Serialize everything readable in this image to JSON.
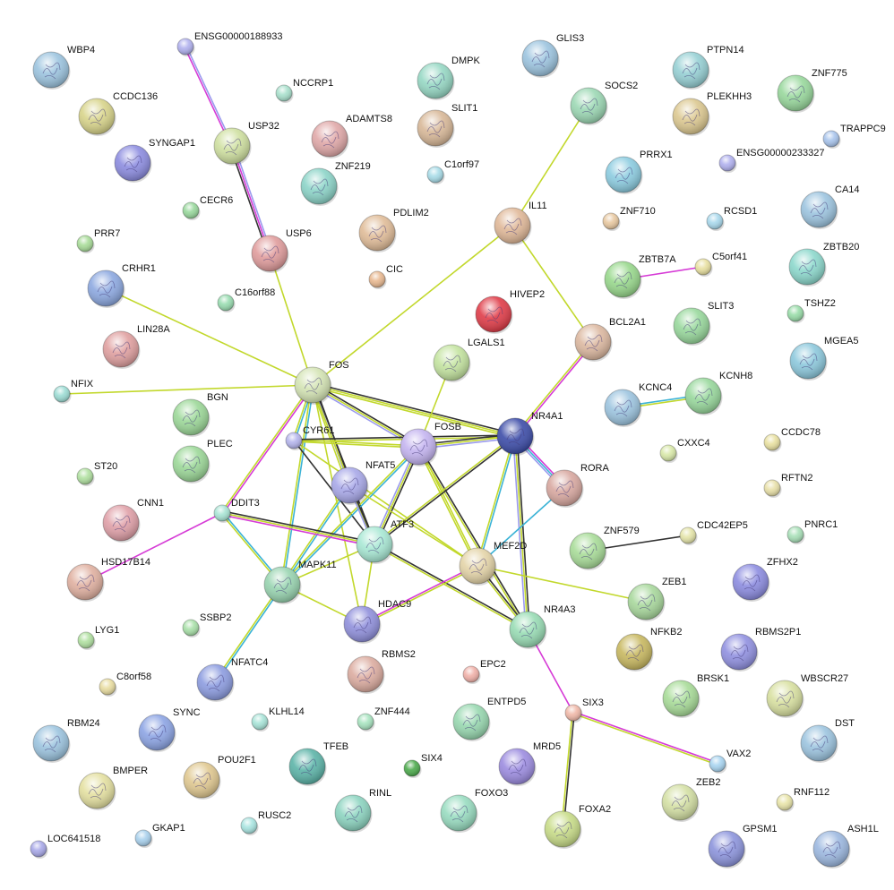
{
  "evidence_colors": {
    "black": "#333333",
    "yellowgreen": "#c2d82c",
    "cyan": "#3bb3d6",
    "magenta": "#d63bd6",
    "lavender": "#9a9aee"
  },
  "nodes": [
    {
      "id": "WBP4",
      "color": "#9cc4df",
      "structure": true
    },
    {
      "id": "CCDC136",
      "color": "#d8d48a",
      "structure": true
    },
    {
      "id": "SYNGAP1",
      "color": "#8c8ce0",
      "structure": true
    },
    {
      "id": "ENSG00000188933",
      "color": "#b0b0ee",
      "structure": false
    },
    {
      "id": "NCCRP1",
      "color": "#a8e0cc",
      "structure": false
    },
    {
      "id": "USP32",
      "color": "#cfe0a0",
      "structure": true
    },
    {
      "id": "ADAMTS8",
      "color": "#e0a8a8",
      "structure": true
    },
    {
      "id": "DMPK",
      "color": "#96d8c4",
      "structure": true
    },
    {
      "id": "SLIT1",
      "color": "#d8b898",
      "structure": true
    },
    {
      "id": "GLIS3",
      "color": "#9cc4df",
      "structure": true
    },
    {
      "id": "SOCS2",
      "color": "#9cd8b4",
      "structure": true
    },
    {
      "id": "PTPN14",
      "color": "#96d0d4",
      "structure": true
    },
    {
      "id": "PLEKHH3",
      "color": "#dcc890",
      "structure": true
    },
    {
      "id": "ZNF775",
      "color": "#98d89c",
      "structure": true
    },
    {
      "id": "TRAPPC9",
      "color": "#a8c4ec",
      "structure": false
    },
    {
      "id": "ENSG00000233327",
      "color": "#b0b0ee",
      "structure": false
    },
    {
      "id": "PRRX1",
      "color": "#8ccce0",
      "structure": true
    },
    {
      "id": "ZNF219",
      "color": "#8cd4c8",
      "structure": true
    },
    {
      "id": "C1orf97",
      "color": "#a8dce8",
      "structure": false
    },
    {
      "id": "CECR6",
      "color": "#98d89c",
      "structure": false
    },
    {
      "id": "USP6",
      "color": "#e09c9c",
      "structure": true
    },
    {
      "id": "PDLIM2",
      "color": "#e0bc98",
      "structure": true
    },
    {
      "id": "IL11",
      "color": "#e0b898",
      "structure": true
    },
    {
      "id": "ZNF710",
      "color": "#e8c8a0",
      "structure": false
    },
    {
      "id": "RCSD1",
      "color": "#a8d8ec",
      "structure": false
    },
    {
      "id": "CA14",
      "color": "#9cc4df",
      "structure": true
    },
    {
      "id": "PRR7",
      "color": "#a8dc98",
      "structure": false
    },
    {
      "id": "CRHR1",
      "color": "#8ca8e0",
      "structure": true
    },
    {
      "id": "C16orf88",
      "color": "#98dcb0",
      "structure": false
    },
    {
      "id": "CIC",
      "color": "#e8b890",
      "structure": false
    },
    {
      "id": "HIVEP2",
      "color": "#e03c48",
      "structure": true
    },
    {
      "id": "ZBTB7A",
      "color": "#98d88c",
      "structure": true
    },
    {
      "id": "C5orf41",
      "color": "#e8e0a0",
      "structure": false
    },
    {
      "id": "ZBTB20",
      "color": "#8cd8cc",
      "structure": true
    },
    {
      "id": "TSHZ2",
      "color": "#98dca8",
      "structure": false
    },
    {
      "id": "SLIT3",
      "color": "#98d89c",
      "structure": true
    },
    {
      "id": "LIN28A",
      "color": "#e0a0a0",
      "structure": true
    },
    {
      "id": "BCL2A1",
      "color": "#dcb8a0",
      "structure": true
    },
    {
      "id": "MGEA5",
      "color": "#8cc8dc",
      "structure": true
    },
    {
      "id": "NFIX",
      "color": "#9cdcd4",
      "structure": false
    },
    {
      "id": "FOS",
      "color": "#d4e4b4",
      "structure": true
    },
    {
      "id": "LGALS1",
      "color": "#c4e4a0",
      "structure": true
    },
    {
      "id": "BGN",
      "color": "#9cd898",
      "structure": true
    },
    {
      "id": "KCNC4",
      "color": "#9cc4df",
      "structure": true
    },
    {
      "id": "KCNH8",
      "color": "#98d89c",
      "structure": true
    },
    {
      "id": "NR4A1",
      "color": "#3c4ca8",
      "structure": true
    },
    {
      "id": "CYR61",
      "color": "#b4b4ec",
      "structure": false
    },
    {
      "id": "FOSB",
      "color": "#c4b4f0",
      "structure": true
    },
    {
      "id": "CCDC78",
      "color": "#e8e0a0",
      "structure": false
    },
    {
      "id": "CXXC4",
      "color": "#d8e8a8",
      "structure": false
    },
    {
      "id": "PLEC",
      "color": "#9cd898",
      "structure": true
    },
    {
      "id": "ST20",
      "color": "#b0e0a0",
      "structure": false
    },
    {
      "id": "NFAT5",
      "color": "#a8a8e8",
      "structure": true
    },
    {
      "id": "RORA",
      "color": "#d8a8a0",
      "structure": true
    },
    {
      "id": "RFTN2",
      "color": "#e8e0a8",
      "structure": false
    },
    {
      "id": "CNN1",
      "color": "#e0a0a8",
      "structure": true
    },
    {
      "id": "DDIT3",
      "color": "#a8e4d4",
      "structure": false
    },
    {
      "id": "CDC42EP5",
      "color": "#e4e4a8",
      "structure": false
    },
    {
      "id": "PNRC1",
      "color": "#a8e0b8",
      "structure": false
    },
    {
      "id": "ATF3",
      "color": "#a8e8d4",
      "structure": true
    },
    {
      "id": "ZNF579",
      "color": "#a8dc98",
      "structure": true
    },
    {
      "id": "MEF2D",
      "color": "#e4d4a8",
      "structure": true
    },
    {
      "id": "HSD17B14",
      "color": "#e0b0a0",
      "structure": true
    },
    {
      "id": "MAPK11",
      "color": "#98d4b0",
      "structure": true
    },
    {
      "id": "ZFHX2",
      "color": "#8c8ce0",
      "structure": true
    },
    {
      "id": "ZEB1",
      "color": "#a8d89c",
      "structure": true
    },
    {
      "id": "LYG1",
      "color": "#b0e0a0",
      "structure": false
    },
    {
      "id": "SSBP2",
      "color": "#a8e0a8",
      "structure": false
    },
    {
      "id": "HDAC9",
      "color": "#9090dc",
      "structure": true
    },
    {
      "id": "NR4A3",
      "color": "#98dcb4",
      "structure": true
    },
    {
      "id": "NFKB2",
      "color": "#c8b860",
      "structure": true
    },
    {
      "id": "RBMS2P1",
      "color": "#9090e0",
      "structure": true
    },
    {
      "id": "RBMS2",
      "color": "#dcaca0",
      "structure": true
    },
    {
      "id": "EPC2",
      "color": "#f0b0a8",
      "structure": false
    },
    {
      "id": "NFATC4",
      "color": "#8c9ce0",
      "structure": true
    },
    {
      "id": "C8orf58",
      "color": "#e8dca0",
      "structure": false
    },
    {
      "id": "BRSK1",
      "color": "#a8dc98",
      "structure": true
    },
    {
      "id": "WBSCR27",
      "color": "#d8e0a0",
      "structure": true
    },
    {
      "id": "SIX3",
      "color": "#f0b8a8",
      "structure": false
    },
    {
      "id": "KLHL14",
      "color": "#a8e4d8",
      "structure": false
    },
    {
      "id": "ZNF444",
      "color": "#a8e4c0",
      "structure": false
    },
    {
      "id": "ENTPD5",
      "color": "#98d8b0",
      "structure": true
    },
    {
      "id": "SYNC",
      "color": "#8ca4e4",
      "structure": true
    },
    {
      "id": "RBM24",
      "color": "#9cc4df",
      "structure": true
    },
    {
      "id": "DST",
      "color": "#9cc4df",
      "structure": true
    },
    {
      "id": "TFEB",
      "color": "#5cb4a8",
      "structure": true
    },
    {
      "id": "SIX4",
      "color": "#4caa4c",
      "structure": false
    },
    {
      "id": "MRD5",
      "color": "#9c8ce0",
      "structure": true
    },
    {
      "id": "VAX2",
      "color": "#a8d4f0",
      "structure": false
    },
    {
      "id": "POU2F1",
      "color": "#e0c890",
      "structure": true
    },
    {
      "id": "BMPER",
      "color": "#e4e0a0",
      "structure": true
    },
    {
      "id": "RINL",
      "color": "#8cd4c0",
      "structure": true
    },
    {
      "id": "FOXO3",
      "color": "#98dcc0",
      "structure": true
    },
    {
      "id": "FOXA2",
      "color": "#c8dc88",
      "structure": true
    },
    {
      "id": "ZEB2",
      "color": "#d4e0a4",
      "structure": true
    },
    {
      "id": "RNF112",
      "color": "#e8e4a8",
      "structure": false
    },
    {
      "id": "RUSC2",
      "color": "#a8e4e0",
      "structure": false
    },
    {
      "id": "GKAP1",
      "color": "#a8d0ec",
      "structure": false
    },
    {
      "id": "LOC641518",
      "color": "#a8a8e8",
      "structure": false
    },
    {
      "id": "GPSM1",
      "color": "#8c94dc",
      "structure": true
    },
    {
      "id": "ASH1L",
      "color": "#9cb8e0",
      "structure": true
    }
  ],
  "edges": [
    {
      "s": "ENSG00000188933",
      "t": "USP32",
      "ev": [
        "lavender",
        "magenta"
      ]
    },
    {
      "s": "USP32",
      "t": "USP6",
      "ev": [
        "lavender",
        "magenta",
        "black"
      ]
    },
    {
      "s": "USP6",
      "t": "FOS",
      "ev": [
        "yellowgreen"
      ]
    },
    {
      "s": "FOS",
      "t": "IL11",
      "ev": [
        "yellowgreen"
      ]
    },
    {
      "s": "IL11",
      "t": "SOCS2",
      "ev": [
        "yellowgreen"
      ]
    },
    {
      "s": "IL11",
      "t": "BCL2A1",
      "ev": [
        "yellowgreen"
      ]
    },
    {
      "s": "BCL2A1",
      "t": "NR4A1",
      "ev": [
        "magenta",
        "yellowgreen"
      ]
    },
    {
      "s": "CRHR1",
      "t": "FOS",
      "ev": [
        "yellowgreen"
      ]
    },
    {
      "s": "NFIX",
      "t": "FOS",
      "ev": [
        "yellowgreen"
      ]
    },
    {
      "s": "FOS",
      "t": "FOSB",
      "ev": [
        "black",
        "yellowgreen",
        "lavender"
      ]
    },
    {
      "s": "FOS",
      "t": "NR4A1",
      "ev": [
        "black",
        "yellowgreen",
        "yellowgreen"
      ]
    },
    {
      "s": "FOS",
      "t": "CYR61",
      "ev": [
        "cyan",
        "yellowgreen"
      ]
    },
    {
      "s": "FOS",
      "t": "NFAT5",
      "ev": [
        "black",
        "lavender",
        "yellowgreen"
      ]
    },
    {
      "s": "FOS",
      "t": "ATF3",
      "ev": [
        "black",
        "yellowgreen"
      ]
    },
    {
      "s": "FOS",
      "t": "MAPK11",
      "ev": [
        "cyan",
        "yellowgreen"
      ]
    },
    {
      "s": "FOS",
      "t": "DDIT3",
      "ev": [
        "magenta",
        "yellowgreen"
      ]
    },
    {
      "s": "FOS",
      "t": "HDAC9",
      "ev": [
        "yellowgreen"
      ]
    },
    {
      "s": "CYR61",
      "t": "FOSB",
      "ev": [
        "yellowgreen",
        "yellowgreen"
      ]
    },
    {
      "s": "CYR61",
      "t": "NR4A1",
      "ev": [
        "black",
        "yellowgreen"
      ]
    },
    {
      "s": "CYR61",
      "t": "ATF3",
      "ev": [
        "black"
      ]
    },
    {
      "s": "CYR61",
      "t": "MEF2D",
      "ev": [
        "yellowgreen"
      ]
    },
    {
      "s": "FOSB",
      "t": "NR4A1",
      "ev": [
        "black",
        "yellowgreen",
        "lavender"
      ]
    },
    {
      "s": "FOSB",
      "t": "ATF3",
      "ev": [
        "black",
        "yellowgreen",
        "lavender"
      ]
    },
    {
      "s": "FOSB",
      "t": "MEF2D",
      "ev": [
        "yellowgreen",
        "yellowgreen"
      ]
    },
    {
      "s": "FOSB",
      "t": "NR4A3",
      "ev": [
        "black",
        "yellowgreen"
      ]
    },
    {
      "s": "FOSB",
      "t": "LGALS1",
      "ev": [
        "yellowgreen"
      ]
    },
    {
      "s": "FOSB",
      "t": "MAPK11",
      "ev": [
        "cyan",
        "yellowgreen"
      ]
    },
    {
      "s": "NR4A1",
      "t": "ATF3",
      "ev": [
        "black",
        "yellowgreen"
      ]
    },
    {
      "s": "NR4A1",
      "t": "NR4A3",
      "ev": [
        "black",
        "yellowgreen",
        "lavender"
      ]
    },
    {
      "s": "NR4A1",
      "t": "MEF2D",
      "ev": [
        "cyan",
        "yellowgreen"
      ]
    },
    {
      "s": "NR4A1",
      "t": "RORA",
      "ev": [
        "magenta",
        "cyan",
        "lavender"
      ]
    },
    {
      "s": "NFAT5",
      "t": "ATF3",
      "ev": [
        "black",
        "lavender"
      ]
    },
    {
      "s": "NFAT5",
      "t": "MAPK11",
      "ev": [
        "cyan",
        "yellowgreen"
      ]
    },
    {
      "s": "DDIT3",
      "t": "ATF3",
      "ev": [
        "black",
        "yellowgreen",
        "magenta"
      ]
    },
    {
      "s": "DDIT3",
      "t": "MAPK11",
      "ev": [
        "cyan",
        "yellowgreen"
      ]
    },
    {
      "s": "DDIT3",
      "t": "HSD17B14",
      "ev": [
        "magenta"
      ]
    },
    {
      "s": "ATF3",
      "t": "MAPK11",
      "ev": [
        "yellowgreen"
      ]
    },
    {
      "s": "ATF3",
      "t": "NR4A3",
      "ev": [
        "black",
        "yellowgreen"
      ]
    },
    {
      "s": "ATF3",
      "t": "HDAC9",
      "ev": [
        "yellowgreen"
      ]
    },
    {
      "s": "NFAT5",
      "t": "MEF2D",
      "ev": [
        "yellowgreen"
      ]
    },
    {
      "s": "MAPK11",
      "t": "HDAC9",
      "ev": [
        "yellowgreen"
      ]
    },
    {
      "s": "MAPK11",
      "t": "NFATC4",
      "ev": [
        "cyan",
        "yellowgreen"
      ]
    },
    {
      "s": "HDAC9",
      "t": "MEF2D",
      "ev": [
        "magenta",
        "yellowgreen"
      ]
    },
    {
      "s": "MEF2D",
      "t": "NR4A3",
      "ev": [
        "black",
        "yellowgreen"
      ]
    },
    {
      "s": "MEF2D",
      "t": "ZEB1",
      "ev": [
        "yellowgreen"
      ]
    },
    {
      "s": "MEF2D",
      "t": "RORA",
      "ev": [
        "cyan"
      ]
    },
    {
      "s": "NR4A3",
      "t": "SIX3",
      "ev": [
        "magenta"
      ]
    },
    {
      "s": "SIX3",
      "t": "VAX2",
      "ev": [
        "magenta",
        "yellowgreen"
      ]
    },
    {
      "s": "SIX3",
      "t": "FOXA2",
      "ev": [
        "black",
        "yellowgreen"
      ]
    },
    {
      "s": "KCNC4",
      "t": "KCNH8",
      "ev": [
        "cyan",
        "yellowgreen"
      ]
    },
    {
      "s": "ZBTB7A",
      "t": "C5orf41",
      "ev": [
        "magenta"
      ]
    },
    {
      "s": "ZNF579",
      "t": "CDC42EP5",
      "ev": [
        "black"
      ]
    }
  ]
}
